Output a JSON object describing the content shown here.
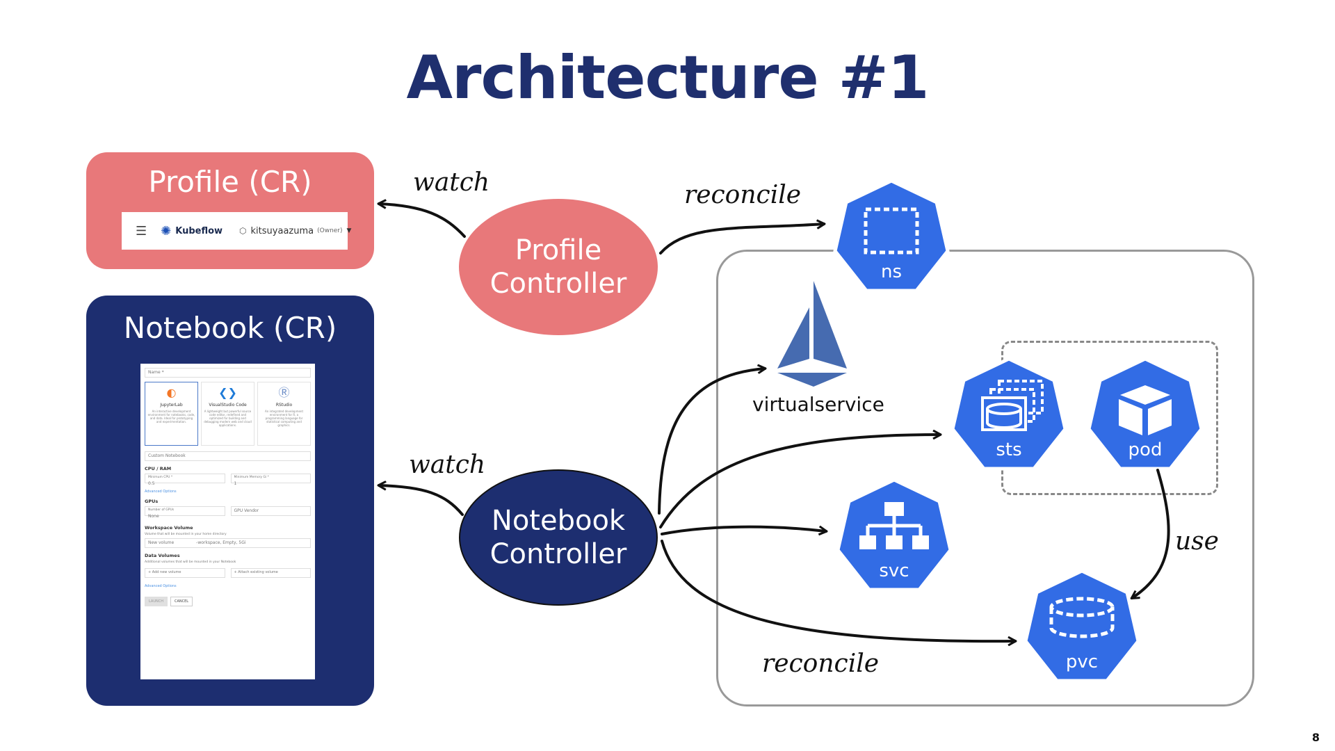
{
  "title": "Architecture #1",
  "page_number": "8",
  "profile_cr": {
    "title": "Profile (CR)",
    "topbar": {
      "brand": "Kubeflow",
      "namespace": "kitsuyaazuma",
      "role": "(Owner)"
    }
  },
  "notebook_cr": {
    "title": "Notebook (CR)",
    "form": {
      "name_placeholder": "Name *",
      "images": [
        {
          "name": "JupyterLab",
          "desc": "An interactive development environment for notebooks, code, and data. Ideal for prototyping and experimentation."
        },
        {
          "name": "VisualStudio Code",
          "desc": "A lightweight but powerful source code editor, redefined and optimized for building and debugging modern web and cloud applications."
        },
        {
          "name": "RStudio",
          "desc": "An integrated development environment for R, a programming language for statistical computing and graphics."
        }
      ],
      "custom_notebook": "Custom Notebook",
      "cpu_ram_label": "CPU / RAM",
      "min_cpu_label": "Minimum CPU *",
      "min_cpu_value": "0.5",
      "min_mem_label": "Minimum Memory Gi *",
      "min_mem_value": "1",
      "advanced_options": "Advanced Options",
      "gpus_label": "GPUs",
      "num_gpus_label": "Number of GPUs",
      "num_gpus_value": "None",
      "gpu_vendor": "GPU Vendor",
      "workspace_label": "Workspace Volume",
      "workspace_desc": "Volume that will be mounted in your home directory",
      "workspace_value": "New volume",
      "workspace_detail": "-workspace, Empty, 5Gi",
      "data_volumes_label": "Data Volumes",
      "data_volumes_desc": "Additional volumes that will be mounted in your Notebook",
      "add_volume": "+ Add new volume",
      "attach_volume": "+ Attach existing volume",
      "launch": "LAUNCH",
      "cancel": "CANCEL"
    }
  },
  "controllers": {
    "profile": {
      "line1": "Profile",
      "line2": "Controller"
    },
    "notebook": {
      "line1": "Notebook",
      "line2": "Controller"
    }
  },
  "edge_labels": {
    "watch_profile": "watch",
    "watch_notebook": "watch",
    "reconcile_top": "reconcile",
    "reconcile_bottom": "reconcile",
    "use": "use"
  },
  "resources": {
    "ns": "ns",
    "virtualservice": "virtualservice",
    "sts": "sts",
    "pod": "pod",
    "svc": "svc",
    "pvc": "pvc"
  },
  "colors": {
    "title": "#1f2f6e",
    "profile": "#e8787a",
    "notebook": "#1d2e70",
    "k8s_blue": "#326ce5",
    "istio_blue": "#466bb0"
  }
}
